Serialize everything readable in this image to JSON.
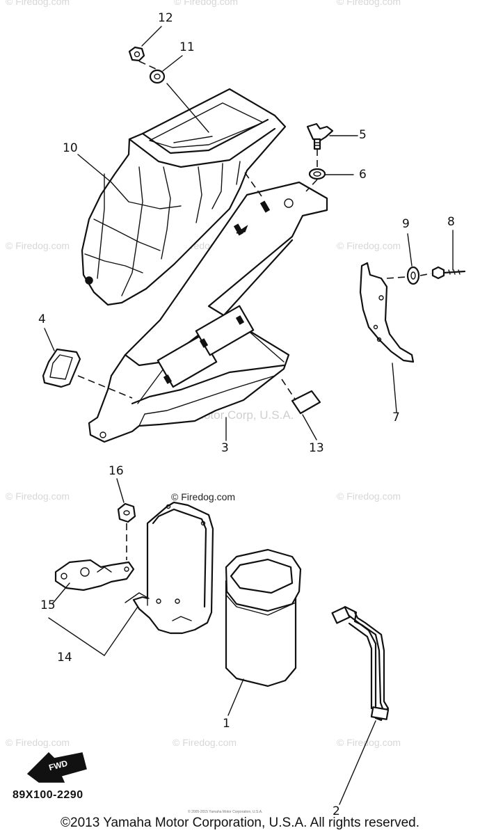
{
  "watermarks": [
    "© Firedog.com",
    "© Firedog.com",
    "© Firedog.com",
    "© Firedog.com",
    "© Firedog.com",
    "© Firedog.com",
    "© Firedog.com",
    "© Firedog.com",
    "© Firedog.com",
    "© Firedog.com",
    "© Firedog.com",
    "© Firedog.com",
    "© Firedog.com",
    "© Firedog.com",
    "© Firedog.com"
  ],
  "center_watermark": "© Firedog.com",
  "diagram_watermark": "Yamaha Motor Corp, U.S.A.",
  "callouts": [
    "12",
    "11",
    "10",
    "5",
    "6",
    "9",
    "8",
    "4",
    "7",
    "3",
    "13",
    "16",
    "15",
    "14",
    "1",
    "2"
  ],
  "fwd_label": "FWD",
  "part_code": "89X100-2290",
  "tiny_note": "© 2005-2015 Yamaha Motor Corporation, U.S.A.",
  "copyright": "©2013 Yamaha Motor Corporation, U.S.A. All rights reserved."
}
